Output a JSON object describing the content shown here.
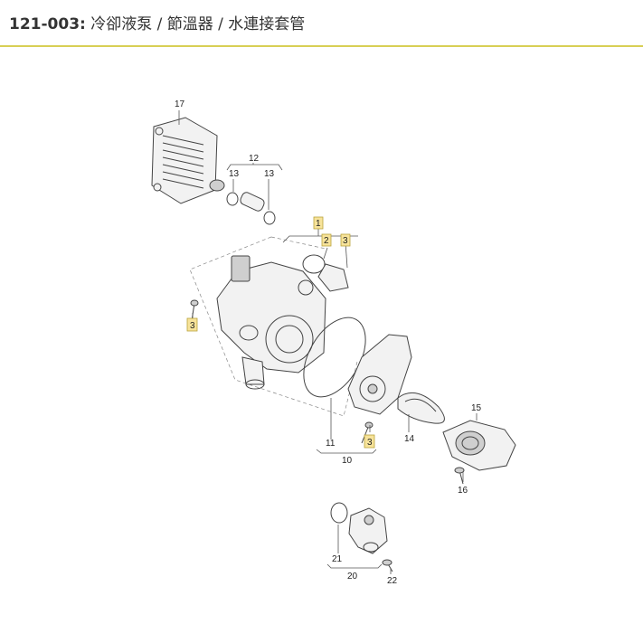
{
  "header": {
    "code": "121-003:",
    "name": "冷卻液泵 / 節溫器 / 水連接套管"
  },
  "callouts": {
    "c17": "17",
    "c12": "12",
    "c13a": "13",
    "c13b": "13",
    "c1": "1",
    "c2": "2",
    "c3a": "3",
    "c3b": "3",
    "c3c": "3",
    "c15": "15",
    "c14": "14",
    "c11": "11",
    "c10": "10",
    "c16": "16",
    "c21": "21",
    "c20": "20",
    "c22": "22"
  }
}
